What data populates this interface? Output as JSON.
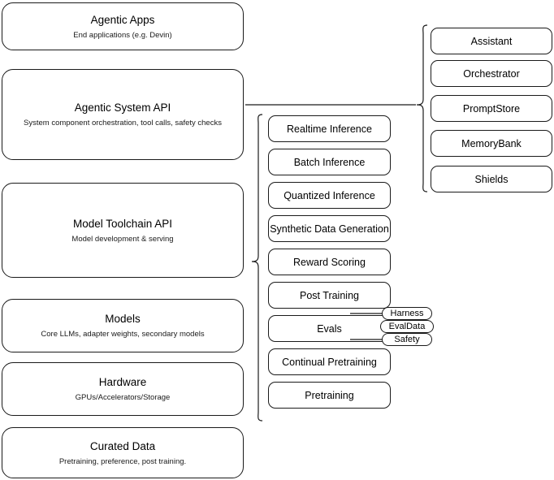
{
  "diagram": {
    "title": "AI Stack Layered Architecture",
    "stroke_color": "#1a1a1a",
    "background_color": "#ffffff"
  },
  "layers": [
    {
      "name": "agentic-apps",
      "title": "Agentic Apps",
      "subtitle": "End applications (e.g. Devin)"
    },
    {
      "name": "agentic-system-api",
      "title": "Agentic System API",
      "subtitle": "System component orchestration, tool calls, safety checks"
    },
    {
      "name": "model-toolchain-api",
      "title": "Model Toolchain API",
      "subtitle": "Model development & serving"
    },
    {
      "name": "models",
      "title": "Models",
      "subtitle": "Core LLMs, adapter weights, secondary models"
    },
    {
      "name": "hardware",
      "title": "Hardware",
      "subtitle": "GPUs/Accelerators/Storage"
    },
    {
      "name": "curated-data",
      "title": "Curated Data",
      "subtitle": "Pretraining, preference, post training."
    }
  ],
  "toolchain_capabilities": [
    {
      "name": "realtime-inference",
      "label": "Realtime Inference"
    },
    {
      "name": "batch-inference",
      "label": "Batch Inference"
    },
    {
      "name": "quantized-inference",
      "label": "Quantized Inference"
    },
    {
      "name": "synthetic-data-generation",
      "label": "Synthetic Data Generation"
    },
    {
      "name": "reward-scoring",
      "label": "Reward Scoring"
    },
    {
      "name": "post-training",
      "label": "Post Training"
    },
    {
      "name": "evals",
      "label": "Evals"
    },
    {
      "name": "continual-pretraining",
      "label": "Continual Pretraining"
    },
    {
      "name": "pretraining",
      "label": "Pretraining"
    }
  ],
  "eval_subcomponents": [
    {
      "name": "harness",
      "label": "Harness"
    },
    {
      "name": "evaldata",
      "label": "EvalData"
    },
    {
      "name": "safety",
      "label": "Safety"
    }
  ],
  "system_components": [
    {
      "name": "assistant",
      "label": "Assistant"
    },
    {
      "name": "orchestrator",
      "label": "Orchestrator"
    },
    {
      "name": "promptstore",
      "label": "PromptStore"
    },
    {
      "name": "memorybank",
      "label": "MemoryBank"
    },
    {
      "name": "shields",
      "label": "Shields"
    }
  ]
}
